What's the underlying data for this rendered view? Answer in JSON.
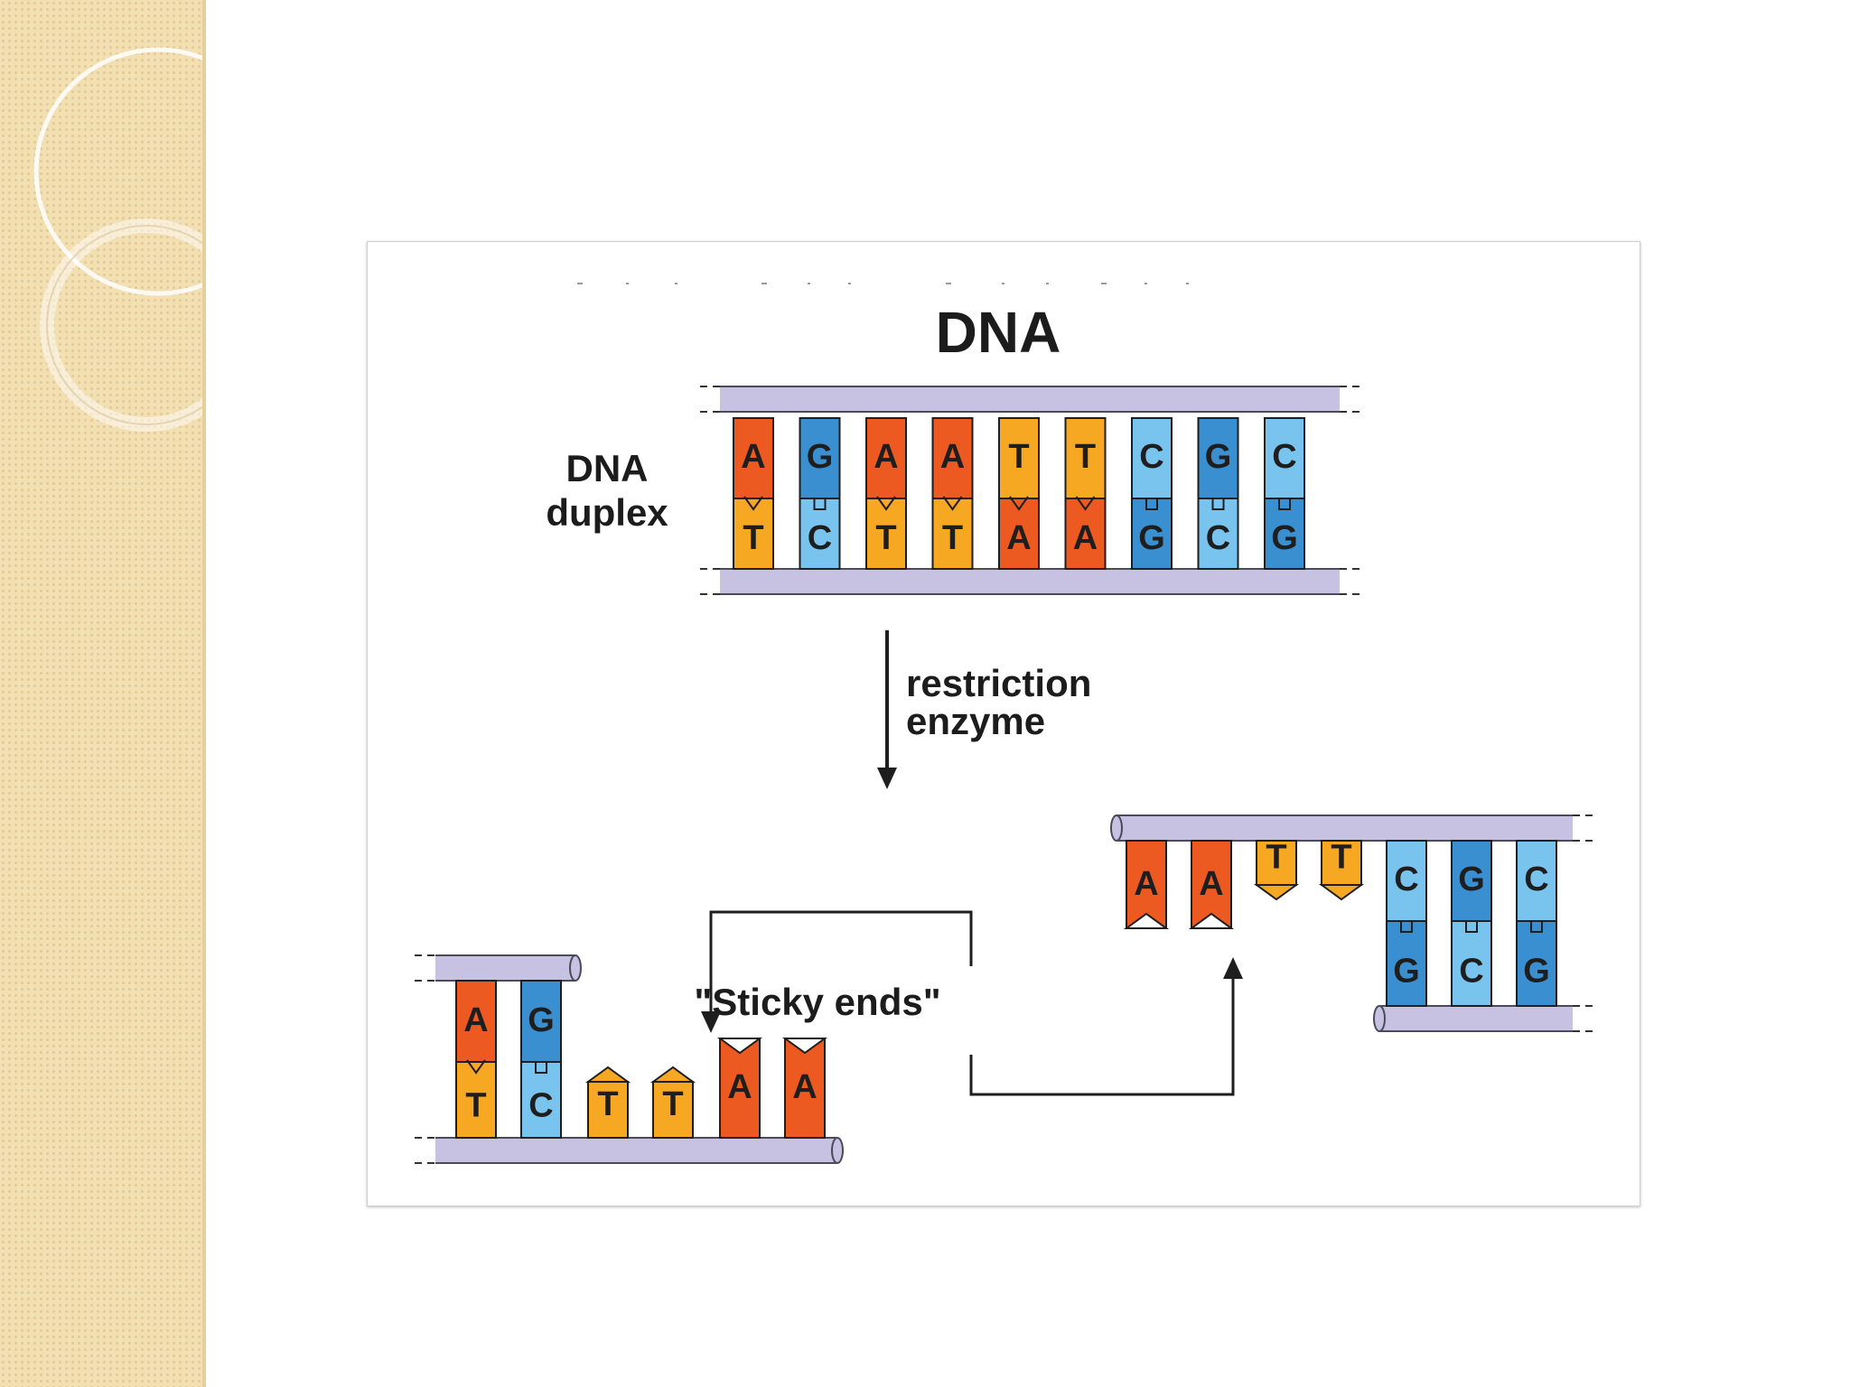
{
  "diagram": {
    "title": "DNA",
    "duplex_label": [
      "DNA",
      "duplex"
    ],
    "enzyme_label": [
      "restriction",
      "enzyme"
    ],
    "sticky_label": "\"Sticky ends\"",
    "colors": {
      "A": "#ec5a21",
      "T": "#f7a823",
      "G": "#3a8fd0",
      "C": "#79c4ee",
      "backbone": "#c7c1e2",
      "outline": "#1e1e1e"
    },
    "top_strand": [
      "A",
      "G",
      "A",
      "A",
      "T",
      "T",
      "C",
      "G",
      "C"
    ],
    "bottom_strand": [
      "T",
      "C",
      "T",
      "T",
      "A",
      "A",
      "G",
      "C",
      "G"
    ],
    "left_fragment": {
      "paired_top": [
        "A",
        "G"
      ],
      "paired_bottom": [
        "T",
        "C"
      ],
      "overhang": [
        "T",
        "T",
        "A",
        "A"
      ]
    },
    "right_fragment": {
      "overhang": [
        "A",
        "A",
        "T",
        "T"
      ],
      "paired_top": [
        "C",
        "G",
        "C"
      ],
      "paired_bottom": [
        "G",
        "C",
        "G"
      ]
    }
  }
}
